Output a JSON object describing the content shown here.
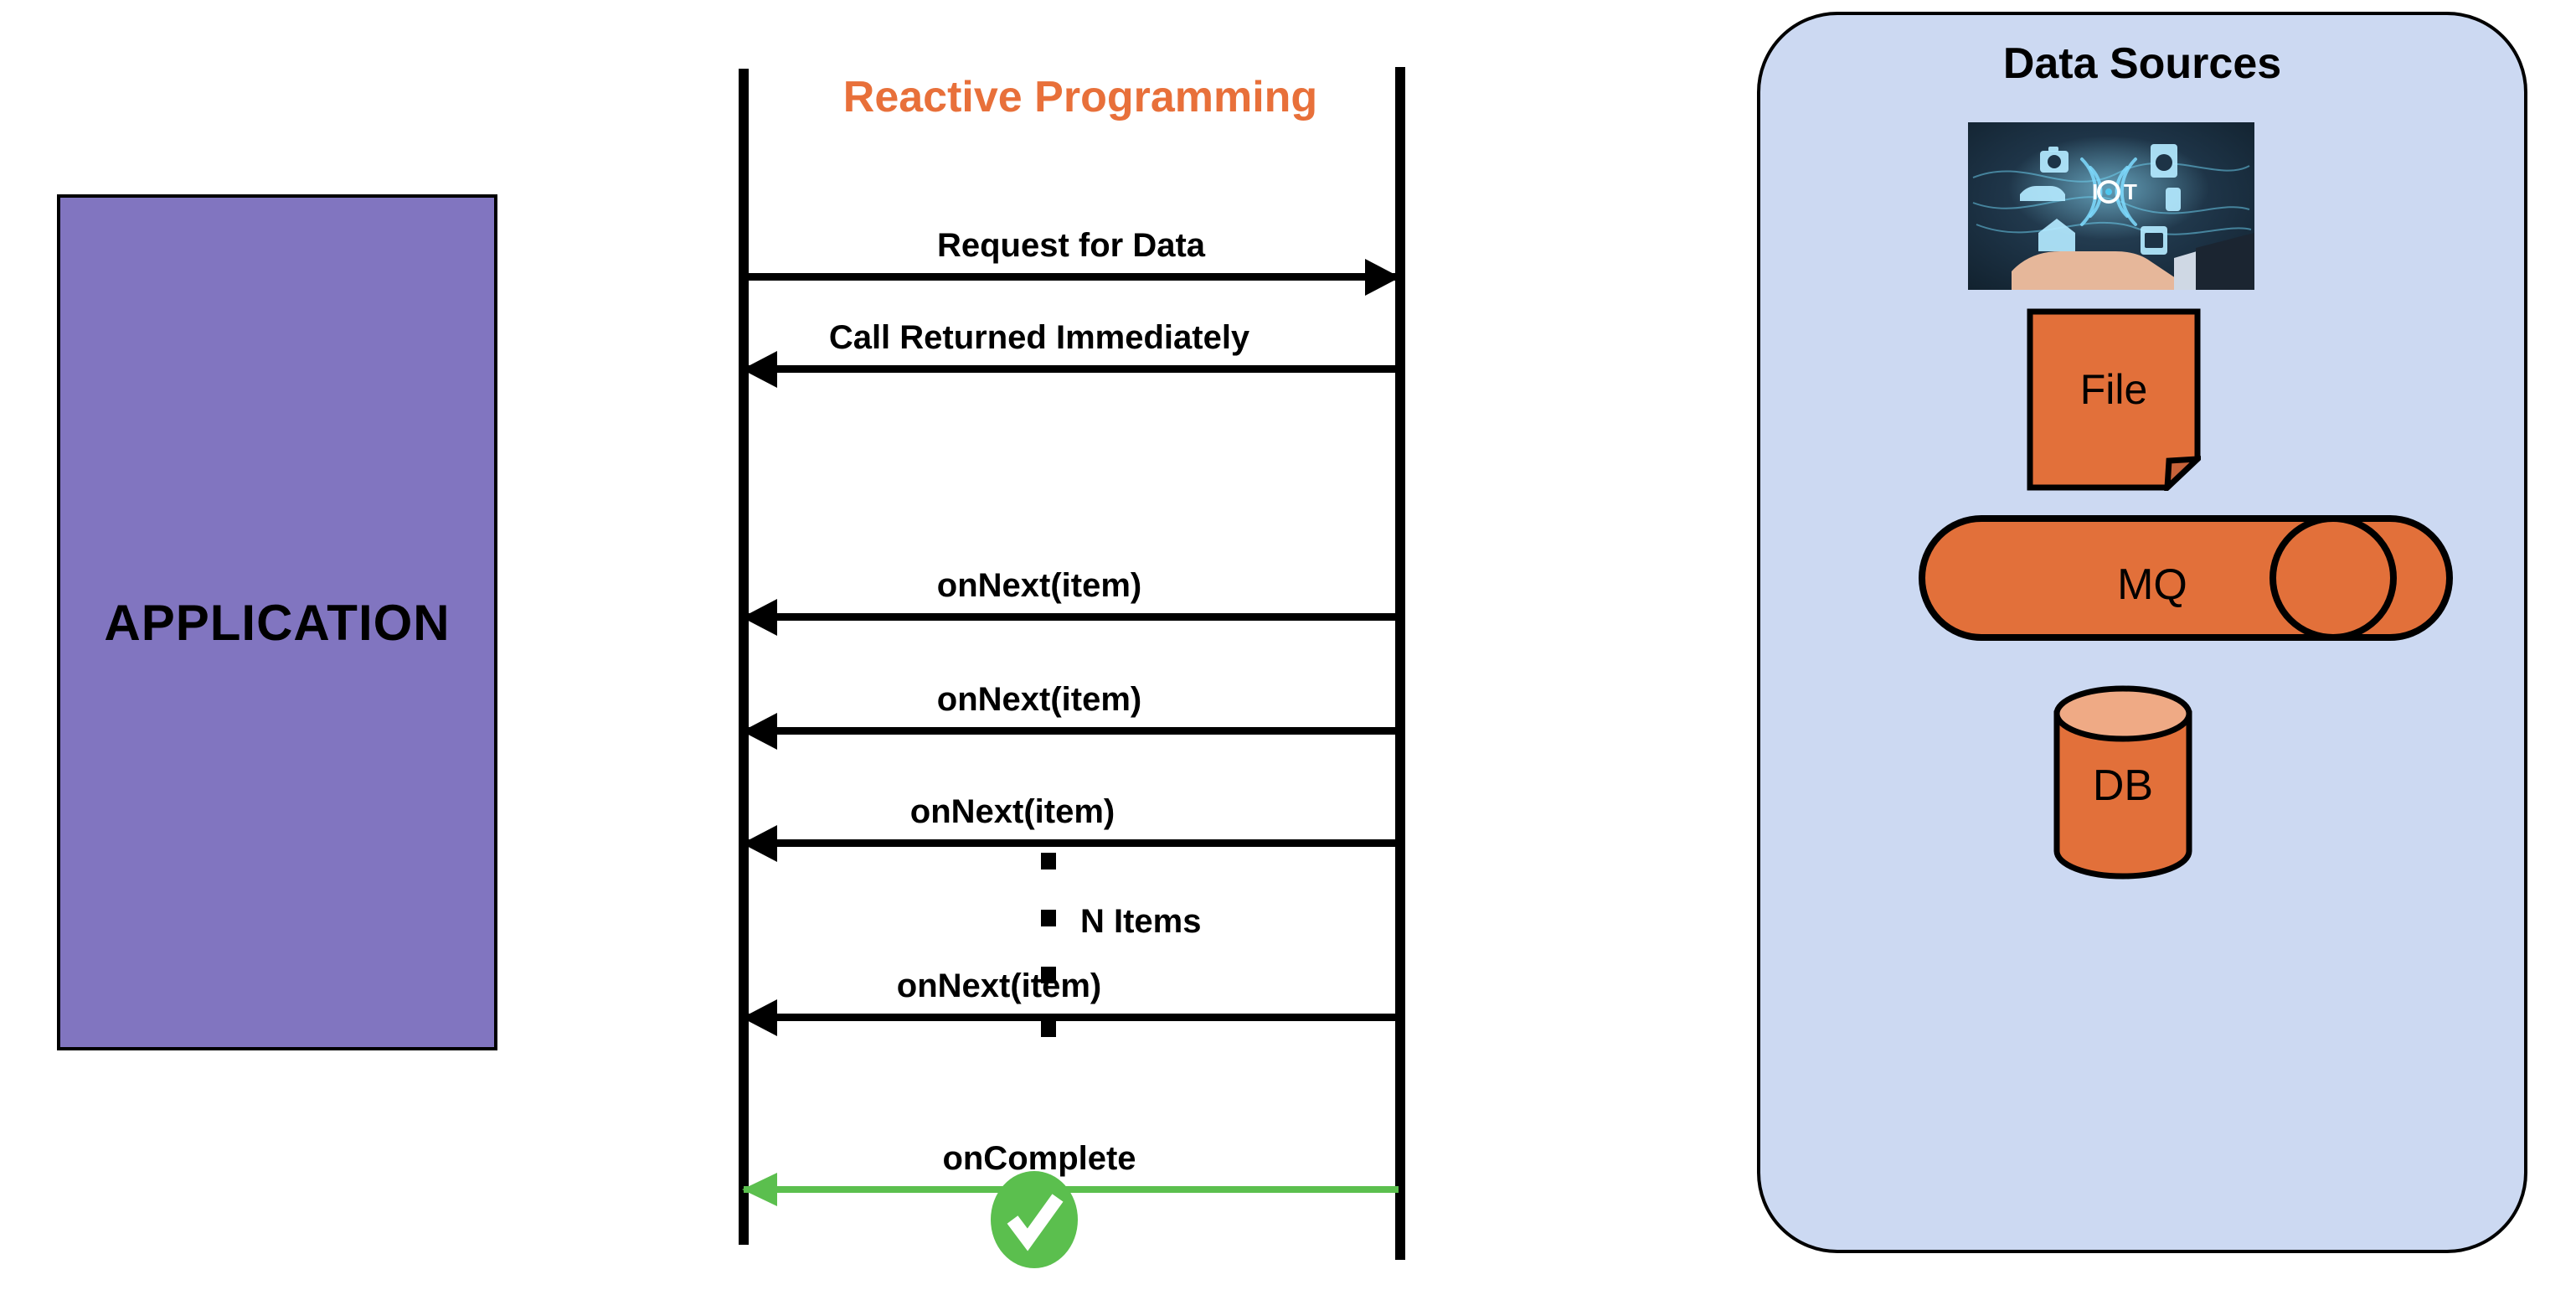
{
  "diagram": {
    "type": "uml-sequence-diagram",
    "title": "Reactive Programming",
    "title_color": "#E8703A",
    "background": "#FFFFFF"
  },
  "application": {
    "label": "APPLICATION",
    "fill_color": "#8175C0",
    "border_color": "#000000"
  },
  "sequence": {
    "title": "Reactive Programming",
    "messages": [
      {
        "label": "Request for Data",
        "direction": "right",
        "color": "#000000"
      },
      {
        "label": "Call Returned Immediately",
        "direction": "left",
        "color": "#000000"
      },
      {
        "label": "onNext(item)",
        "direction": "left",
        "color": "#000000"
      },
      {
        "label": "onNext(item)",
        "direction": "left",
        "color": "#000000"
      },
      {
        "label": "onNext(item)",
        "direction": "left",
        "color": "#000000"
      },
      {
        "label": "onNext(item)",
        "direction": "left",
        "color": "#000000"
      },
      {
        "label": "onComplete",
        "direction": "left",
        "color": "#5BBF4E"
      }
    ],
    "repeat_annotation": "N Items",
    "completion_icon": "green-check-circle",
    "completion_icon_color": "#5BBF4E"
  },
  "data_sources": {
    "title": "Data Sources",
    "panel_color": "#CCD9F2",
    "items": [
      {
        "name": "iot-image",
        "label": "",
        "icon": "iot-photo",
        "caption": "IOT"
      },
      {
        "name": "file-source",
        "label": "File",
        "icon": "document-page",
        "color": "#E2703A"
      },
      {
        "name": "mq-source",
        "label": "MQ",
        "icon": "queue-cylinder",
        "color": "#E2703A"
      },
      {
        "name": "db-source",
        "label": "DB",
        "icon": "database-cylinder",
        "color": "#E2703A"
      }
    ]
  }
}
